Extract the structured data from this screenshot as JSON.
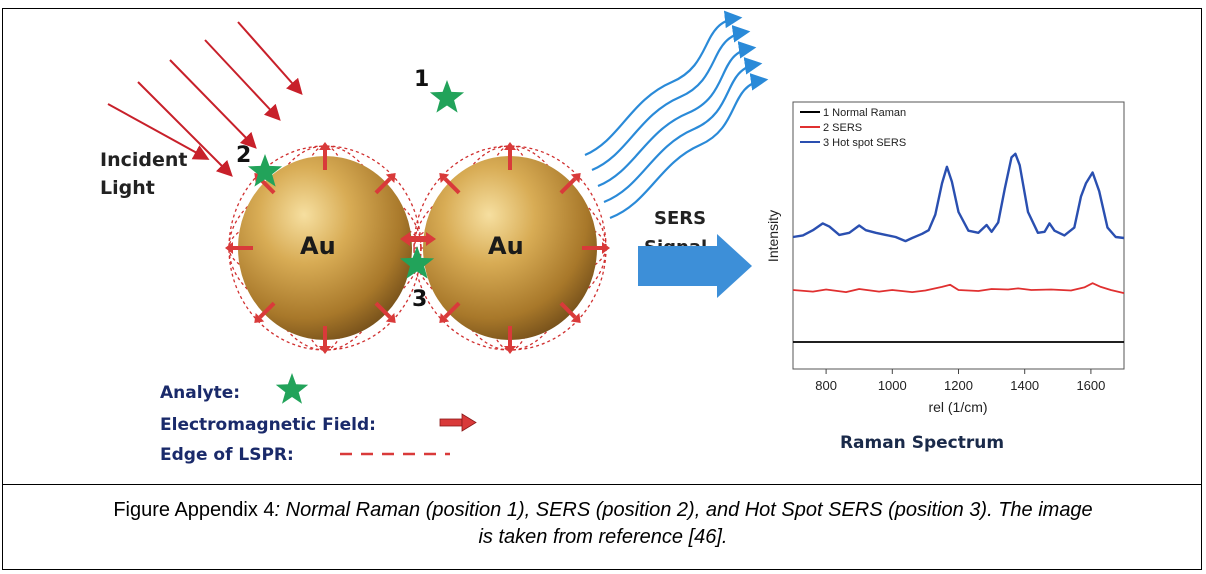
{
  "diagram": {
    "incident_light": [
      "Incident",
      "Light"
    ],
    "positions": [
      "1",
      "2",
      "3"
    ],
    "particle_label": "Au",
    "sers_signal": [
      "SERS",
      "Signal"
    ],
    "legend": {
      "analyte": "Analyte:",
      "field": "Electromagnetic Field:",
      "edge": "Edge of LSPR:"
    },
    "colors": {
      "light_arrow": "#c8202a",
      "star": "#22a35a",
      "field_arrow": "#d93a3a",
      "wave": "#2a8ad8",
      "big_arrow": "#3d8fd8",
      "gold": "#c89a3c"
    }
  },
  "chart_data": {
    "type": "line",
    "title": "Raman Spectrum",
    "xlabel": "rel (1/cm)",
    "ylabel": "Intensity",
    "xlim": [
      700,
      1700
    ],
    "x_ticks": [
      "800",
      "1000",
      "1200",
      "1400",
      "1600"
    ],
    "legend_position": "top-left",
    "series": [
      {
        "name": "1 Normal Raman",
        "color": "#000000",
        "points": [
          [
            700,
            0.0
          ],
          [
            1700,
            0.0
          ]
        ]
      },
      {
        "name": "2 SERS",
        "color": "#e03030",
        "points": [
          [
            700,
            1.0
          ],
          [
            760,
            0.97
          ],
          [
            800,
            1.01
          ],
          [
            860,
            0.96
          ],
          [
            900,
            1.02
          ],
          [
            960,
            0.97
          ],
          [
            1000,
            1.0
          ],
          [
            1060,
            0.96
          ],
          [
            1100,
            0.99
          ],
          [
            1150,
            1.06
          ],
          [
            1175,
            1.1
          ],
          [
            1200,
            1.0
          ],
          [
            1260,
            0.98
          ],
          [
            1300,
            1.02
          ],
          [
            1350,
            1.01
          ],
          [
            1380,
            1.03
          ],
          [
            1420,
            1.0
          ],
          [
            1480,
            1.01
          ],
          [
            1540,
            0.99
          ],
          [
            1580,
            1.05
          ],
          [
            1605,
            1.13
          ],
          [
            1630,
            1.06
          ],
          [
            1660,
            1.0
          ],
          [
            1700,
            0.94
          ]
        ]
      },
      {
        "name": "3 Hot spot SERS",
        "color": "#2a4fb0",
        "points": [
          [
            700,
            2.02
          ],
          [
            730,
            2.05
          ],
          [
            760,
            2.15
          ],
          [
            790,
            2.28
          ],
          [
            810,
            2.22
          ],
          [
            840,
            2.06
          ],
          [
            870,
            2.1
          ],
          [
            900,
            2.24
          ],
          [
            920,
            2.15
          ],
          [
            950,
            2.1
          ],
          [
            980,
            2.06
          ],
          [
            1010,
            2.02
          ],
          [
            1040,
            1.94
          ],
          [
            1060,
            2.0
          ],
          [
            1090,
            2.08
          ],
          [
            1110,
            2.15
          ],
          [
            1130,
            2.45
          ],
          [
            1150,
            3.05
          ],
          [
            1165,
            3.37
          ],
          [
            1180,
            3.08
          ],
          [
            1200,
            2.5
          ],
          [
            1230,
            2.14
          ],
          [
            1260,
            2.1
          ],
          [
            1285,
            2.25
          ],
          [
            1300,
            2.12
          ],
          [
            1320,
            2.3
          ],
          [
            1340,
            2.95
          ],
          [
            1360,
            3.55
          ],
          [
            1372,
            3.62
          ],
          [
            1385,
            3.4
          ],
          [
            1410,
            2.5
          ],
          [
            1440,
            2.1
          ],
          [
            1460,
            2.12
          ],
          [
            1475,
            2.28
          ],
          [
            1490,
            2.14
          ],
          [
            1520,
            2.05
          ],
          [
            1550,
            2.2
          ],
          [
            1570,
            2.8
          ],
          [
            1585,
            3.05
          ],
          [
            1605,
            3.26
          ],
          [
            1625,
            2.9
          ],
          [
            1650,
            2.2
          ],
          [
            1675,
            2.02
          ],
          [
            1700,
            2.0
          ]
        ]
      }
    ]
  },
  "caption": {
    "prefix": "Figure Appendix 4",
    "line1": ": Normal Raman (position 1), SERS (position 2), and Hot Spot SERS (position 3). The image",
    "line2": "is taken from reference [46]."
  }
}
